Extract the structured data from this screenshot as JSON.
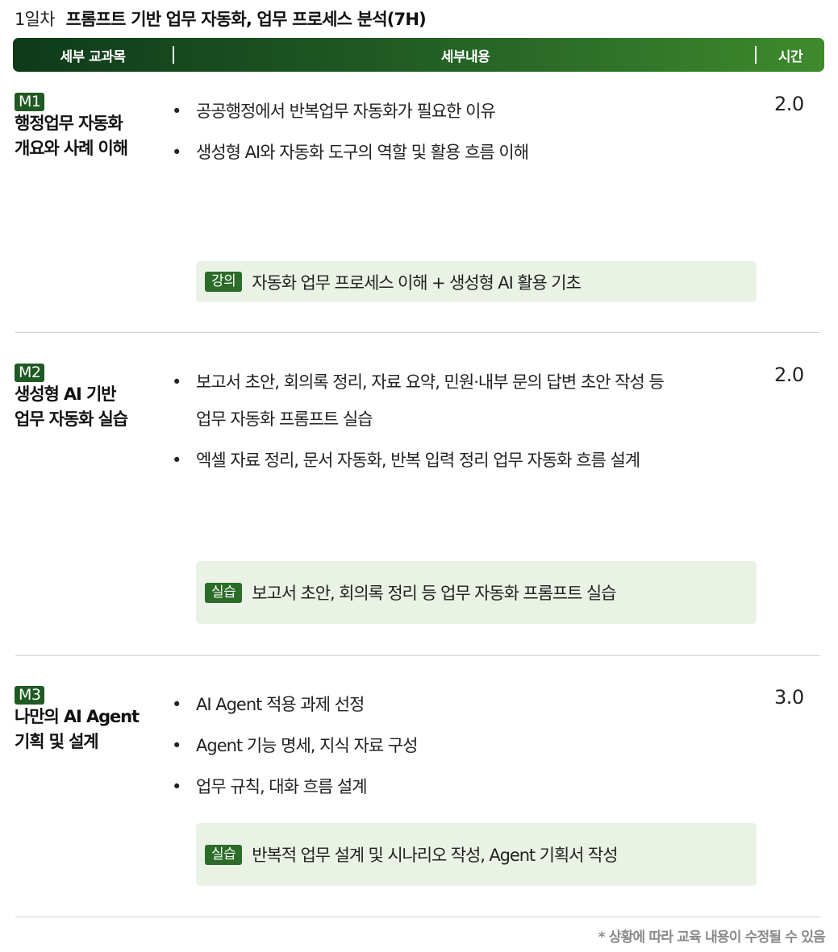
{
  "title": {
    "day": "1일차",
    "topic": "프롬프트 기반 업무 자동화, 업무 프로세스 분석(7H)"
  },
  "header": {
    "col_subject": "세부 교과목",
    "col_content": "세부내용",
    "col_time": "시간"
  },
  "modules": [
    {
      "badge": "M1",
      "title_lines": [
        "행정업무 자동화",
        "개요와 사례 이해"
      ],
      "bullets": [
        "공공행정에서 반복업무 자동화가 필요한 이유",
        "생성형 AI와 자동화 도구의 역할 및 활용 흐름 이해"
      ],
      "time": "2.0",
      "note": {
        "tag": "강의",
        "text": "자동화 업무 프로세스 이해 + 생성형 AI 활용 기초"
      }
    },
    {
      "badge": "M2",
      "title_lines": [
        "생성형 AI 기반",
        "업무 자동화 실습"
      ],
      "bullets": [
        "보고서 초안, 회의록 정리, 자료 요약, 민원·내부 문의 답변 초안 작성 등",
        "업무 자동화 프롬프트 실습",
        "엑셀 자료 정리, 문서 자동화, 반복 입력 정리 업무 자동화 흐름 설계"
      ],
      "time": "2.0",
      "note": {
        "tag": "실습",
        "text": "보고서 초안, 회의록 정리 등 업무 자동화 프롬프트 실습"
      }
    },
    {
      "badge": "M3",
      "title_lines": [
        "나만의 AI Agent",
        "기획 및 설계"
      ],
      "bullets": [
        "AI Agent 적용 과제 선정",
        "Agent 기능 명세, 지식 자료 구성",
        "업무 규칙, 대화 흐름 설계"
      ],
      "time": "3.0",
      "note": {
        "tag": "실습",
        "text": "반복적 업무 설계 및 시나리오 작성, Agent 기획서 작성"
      }
    }
  ],
  "footnote": "* 상황에 따라 교육 내용이 수정될 수 있음"
}
